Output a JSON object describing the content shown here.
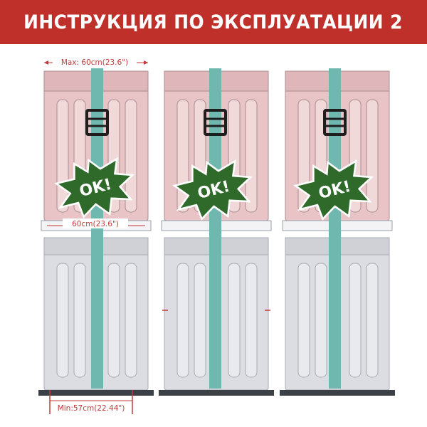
{
  "header": {
    "title": "ИНСТРУКЦИЯ ПО ЭКСПЛУАТАЦИИ 2"
  },
  "illustration": {
    "badge_label": "OK!",
    "labels": {
      "max_width": "Max: 60cm(23.6\")",
      "dryer_width": "60cm(23.6\")",
      "min_width": "Min:57cm(22.44\")"
    }
  },
  "colors": {
    "banner": "#c0302a",
    "dryer": "#e8c4c6",
    "washer": "#dcdde2",
    "strap": "#6fb8b0",
    "badge": "#2f6a2a",
    "dimension": "#c23a3a"
  },
  "icons": [
    "ok-badge-icon",
    "strap-buckle-icon"
  ]
}
